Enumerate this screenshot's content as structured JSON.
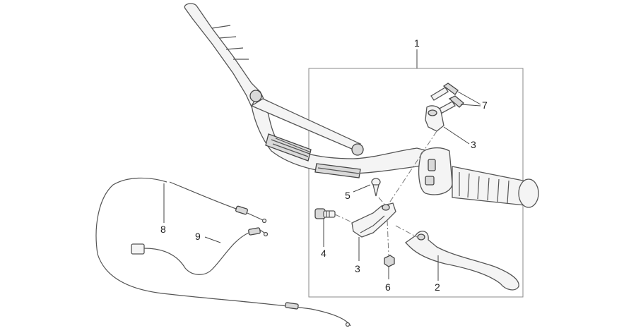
{
  "callouts": {
    "c1": "1",
    "c2": "2",
    "c3a": "3",
    "c3b": "3",
    "c4": "4",
    "c5": "5",
    "c6": "6",
    "c7": "7",
    "c8": "8",
    "c9": "9"
  },
  "colors": {
    "line": "#555555",
    "fill_light": "#f4f4f4",
    "fill_dark": "#d9d9d9",
    "text": "#222222"
  }
}
